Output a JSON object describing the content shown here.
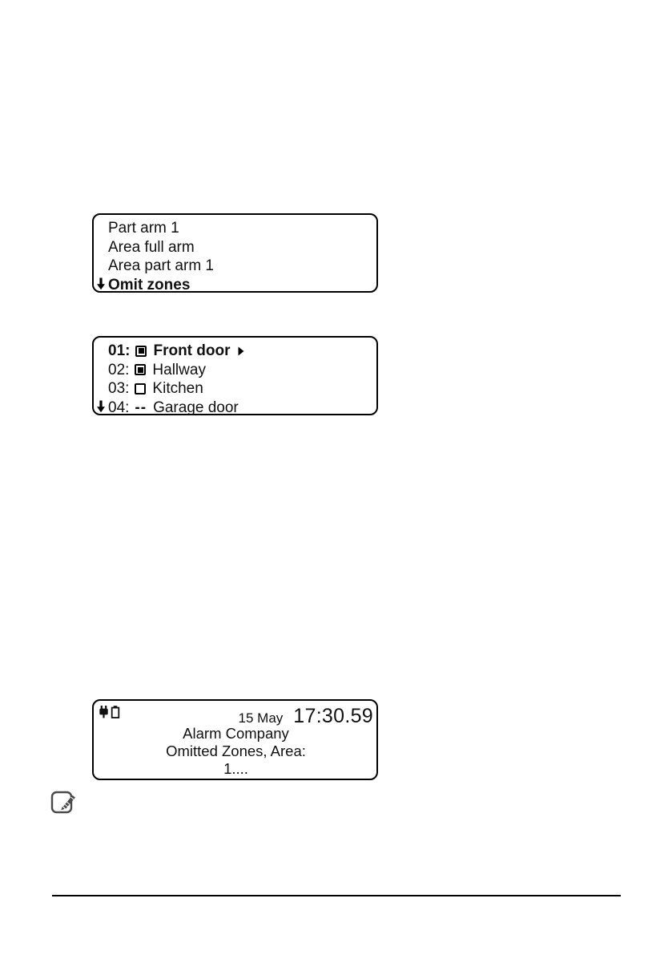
{
  "page": {
    "background": "#ffffff",
    "rule_color": "#000000"
  },
  "colors": {
    "ink": "#111111",
    "display_border": "#000000",
    "note_icon_gray": "#4a4a4a"
  },
  "display_menu": {
    "lines": [
      "Part arm 1",
      "Area full arm",
      "Area part arm 1",
      "Omit zones"
    ],
    "highlighted_line": "Omit zones"
  },
  "display_zones": {
    "rows": [
      {
        "num": "01:",
        "label": "Front door",
        "state": "omitted",
        "selected": true
      },
      {
        "num": "02:",
        "label": "Hallway",
        "state": "omitted",
        "selected": false
      },
      {
        "num": "03:",
        "label": "Kitchen",
        "state": "not-omitted",
        "selected": false
      },
      {
        "num": "04:",
        "label": "Garage door",
        "state": "not-omittable",
        "selected": false
      }
    ],
    "dash_glyph": "--"
  },
  "display_status": {
    "date": "15 May",
    "time": "17:30.59",
    "line1": "Alarm Company",
    "line2": "Omitted Zones, Area:",
    "line3": "1...."
  }
}
